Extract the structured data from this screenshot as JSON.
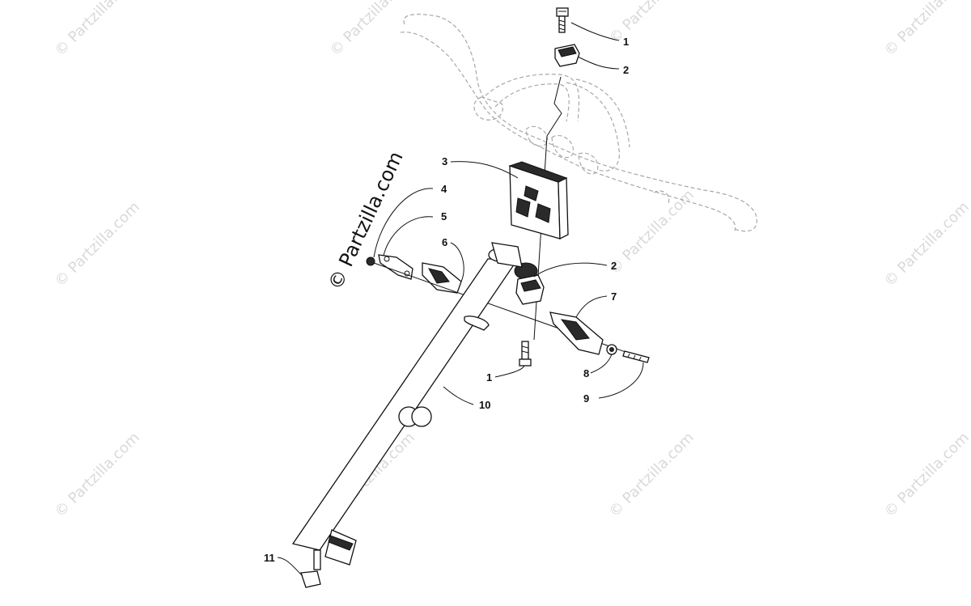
{
  "watermarks": {
    "main": "© Partzilla.com",
    "tile": "© Partzilla.com"
  },
  "callouts": {
    "c1_top": "1",
    "c2_top": "2",
    "c3": "3",
    "c4": "4",
    "c5": "5",
    "c6": "6",
    "c2_mid": "2",
    "c7": "7",
    "c1_low": "1",
    "c8": "8",
    "c9": "9",
    "c10": "10",
    "c11": "11"
  }
}
